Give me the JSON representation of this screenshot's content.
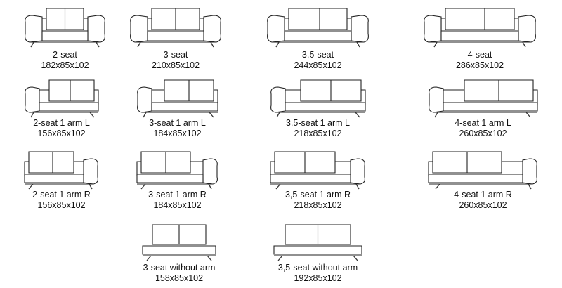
{
  "sofas": [
    {
      "label": "2-seat",
      "dims": "182x85x102"
    },
    {
      "label": "3-seat",
      "dims": "210x85x102"
    },
    {
      "label": "3,5-seat",
      "dims": "244x85x102"
    },
    {
      "label": "4-seat",
      "dims": "286x85x102"
    },
    {
      "label": "2-seat 1 arm L",
      "dims": "156x85x102"
    },
    {
      "label": "3-seat 1 arm L",
      "dims": "184x85x102"
    },
    {
      "label": "3,5-seat 1 arm L",
      "dims": "218x85x102"
    },
    {
      "label": "4-seat 1 arm L",
      "dims": "260x85x102"
    },
    {
      "label": "2-seat 1 arm R",
      "dims": "156x85x102"
    },
    {
      "label": "3-seat 1 arm R",
      "dims": "184x85x102"
    },
    {
      "label": "3,5-seat 1 arm R",
      "dims": "218x85x102"
    },
    {
      "label": "4-seat 1 arm R",
      "dims": "260x85x102"
    },
    {
      "label": "3-seat without arm",
      "dims": "158x85x102"
    },
    {
      "label": "3,5-seat without arm",
      "dims": "192x85x102"
    }
  ]
}
